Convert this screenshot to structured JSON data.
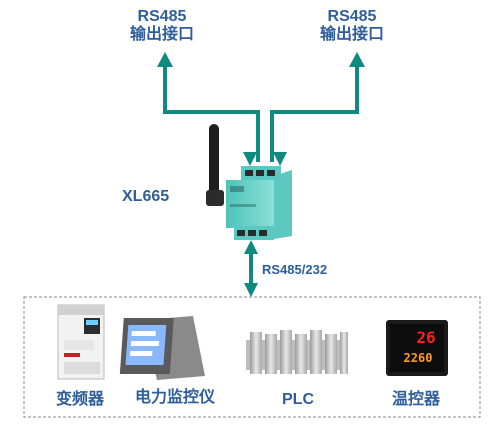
{
  "outputs": [
    {
      "line1": "RS485",
      "line2": "输出接口"
    },
    {
      "line1": "RS485",
      "line2": "输出接口"
    }
  ],
  "device_model": "XL665",
  "link_label": "RS485/232",
  "devices": [
    {
      "label": "变频器",
      "icon": "vfd-icon"
    },
    {
      "label": "电力监控仪",
      "icon": "power-meter-icon"
    },
    {
      "label": "PLC",
      "icon": "plc-icon"
    },
    {
      "label": "温控器",
      "icon": "temperature-controller-icon"
    }
  ],
  "display": {
    "top": "26",
    "bottom": "2260"
  },
  "colors": {
    "arrow": "#0f8a80",
    "label": "#2e5e9c",
    "device": "#68d4cc",
    "dashed_border": "#888888"
  }
}
